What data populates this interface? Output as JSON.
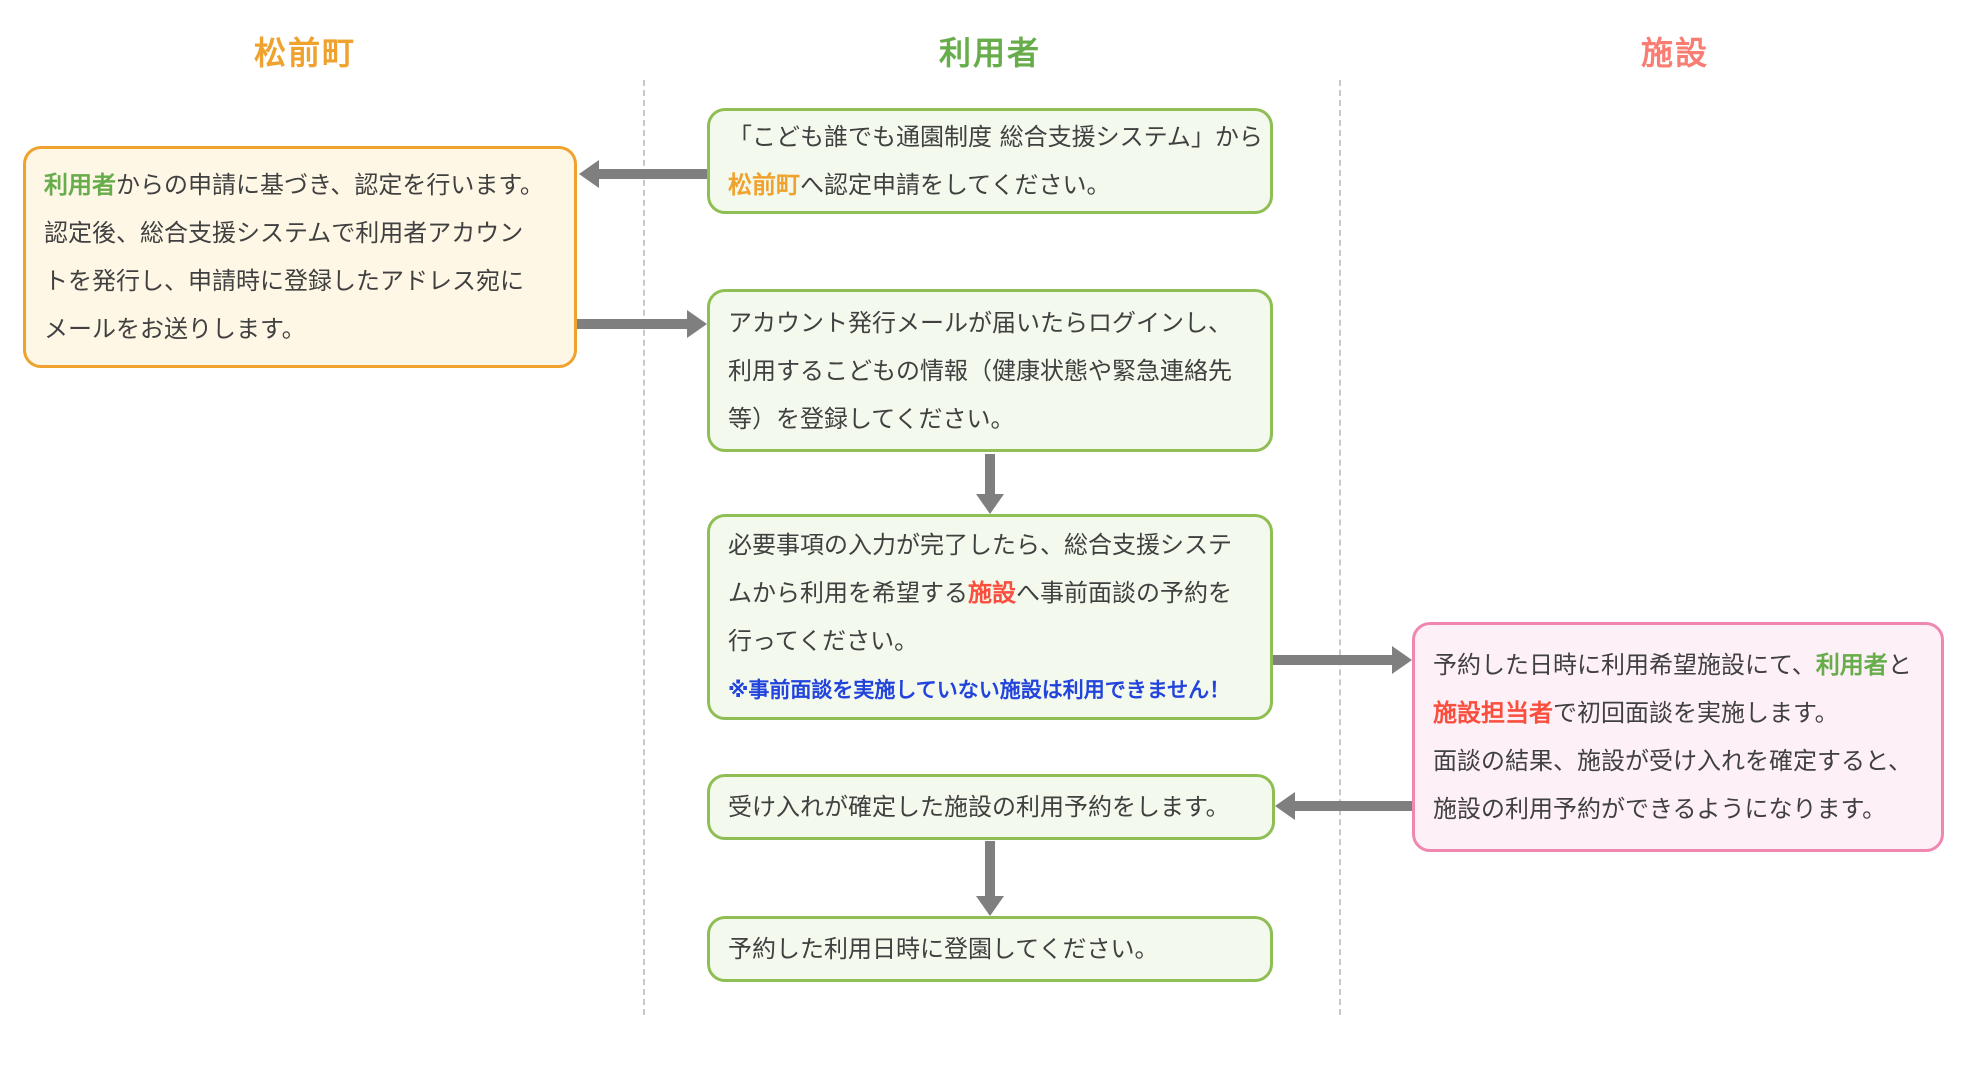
{
  "colors": {
    "town-accent": "#F0A22E",
    "user-accent": "#67AD4B",
    "facility-accent": "#F87D72",
    "facility-em": "#FA4E3E",
    "note-blue": "#2244DD",
    "green-border": "#8FBF54",
    "green-bg": "#F3F9EC",
    "orange-border": "#F0A22E",
    "orange-bg": "#FFF7E6",
    "pink-border": "#EF87B1",
    "pink-bg": "#FDF0F7",
    "arrow-gray": "#7F7F7F",
    "divider": "#C9C9C9",
    "text": "#404040"
  },
  "lanes": [
    {
      "label": "松前町"
    },
    {
      "label": "利用者"
    },
    {
      "label": "施設"
    }
  ],
  "boxes": {
    "apply": {
      "lines": [
        [
          {
            "t": "「こども誰でも通園制度 総合支援システム」から"
          }
        ],
        [
          {
            "t": "松前町",
            "c": "em-town"
          },
          {
            "t": "へ認定申請をしてください。"
          }
        ]
      ]
    },
    "certify": {
      "lines": [
        [
          {
            "t": "利用者",
            "c": "em-user"
          },
          {
            "t": "からの申請に基づき、認定を行います。"
          }
        ],
        [
          {
            "t": "認定後、総合支援システムで利用者アカウン"
          }
        ],
        [
          {
            "t": "トを発行し、申請時に登録したアドレス宛に"
          }
        ],
        [
          {
            "t": "メールをお送りします。"
          }
        ]
      ]
    },
    "register": {
      "lines": [
        [
          {
            "t": "アカウント発行メールが届いたらログインし、"
          }
        ],
        [
          {
            "t": "利用するこどもの情報（健康状態や緊急連絡先"
          }
        ],
        [
          {
            "t": "等）を登録してください。"
          }
        ]
      ]
    },
    "interview_request": {
      "lines": [
        [
          {
            "t": "必要事項の入力が完了したら、総合支援システ"
          }
        ],
        [
          {
            "t": "ムから利用を希望する"
          },
          {
            "t": "施設",
            "c": "em-facility"
          },
          {
            "t": "へ事前面談の予約を"
          }
        ],
        [
          {
            "t": "行ってください。"
          }
        ],
        [
          {
            "t": "※事前面談を実施していない施設は利用できません！",
            "c": "note"
          }
        ]
      ]
    },
    "interview": {
      "lines": [
        [
          {
            "t": "予約した日時に利用希望施設にて、"
          },
          {
            "t": "利用者",
            "c": "em-user"
          },
          {
            "t": "と"
          }
        ],
        [
          {
            "t": "施設担当者",
            "c": "em-facility"
          },
          {
            "t": "で初回面談を実施します。"
          }
        ],
        [
          {
            "t": "面談の結果、施設が受け入れを確定すると、"
          }
        ],
        [
          {
            "t": "施設の利用予約ができるようになります。"
          }
        ]
      ]
    },
    "reserve": {
      "lines": [
        [
          {
            "t": "受け入れが確定した施設の利用予約をします。"
          }
        ]
      ]
    },
    "attend": {
      "lines": [
        [
          {
            "t": "予約した利用日時に登園してください。"
          }
        ]
      ]
    }
  }
}
